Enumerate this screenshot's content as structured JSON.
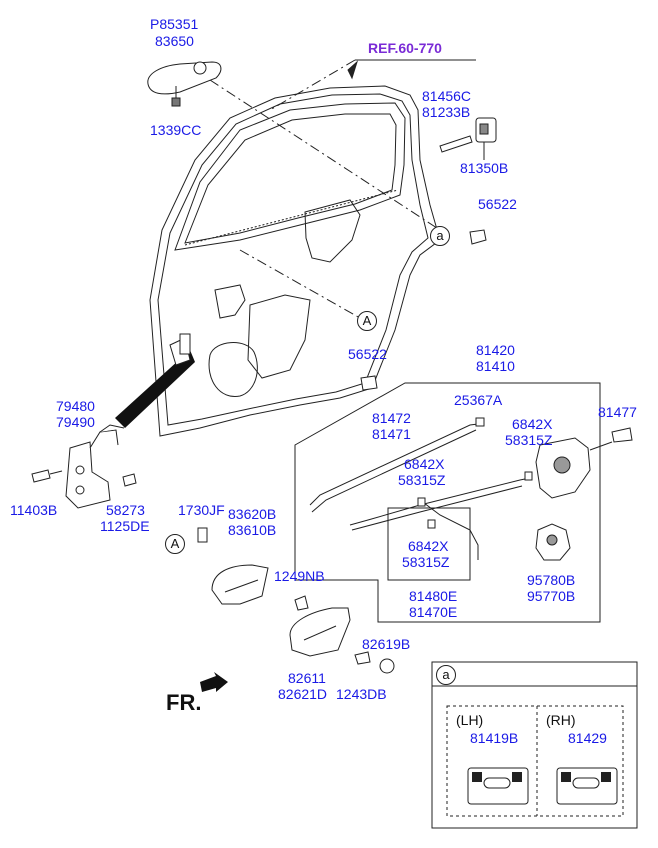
{
  "labels": {
    "ref": "REF.60-770",
    "p85351": "P85351",
    "p83650": "83650",
    "p1339cc": "1339CC",
    "p81456c": "81456C",
    "p81233b": "81233B",
    "p81350b": "81350B",
    "p56522a": "56522",
    "p56522b": "56522",
    "p81420": "81420",
    "p81410": "81410",
    "p25367a": "25367A",
    "p81472": "81472",
    "p81471": "81471",
    "p6842x_a": "6842X",
    "p58315z_a": "58315Z",
    "p81477": "81477",
    "p6842x_b": "6842X",
    "p58315z_b": "58315Z",
    "p6842x_c": "6842X",
    "p58315z_c": "58315Z",
    "p81480e": "81480E",
    "p81470e": "81470E",
    "p95780b": "95780B",
    "p95770b": "95770B",
    "p79480": "79480",
    "p79490": "79490",
    "p11403b": "11403B",
    "p58273": "58273",
    "p1125de": "1125DE",
    "p1730jf": "1730JF",
    "p83620b": "83620B",
    "p83610b": "83610B",
    "p1249nb": "1249NB",
    "p82619b": "82619B",
    "p82611": "82611",
    "p82621d": "82621D",
    "p1243db": "1243DB",
    "fr": "FR.",
    "circle_a_lower": "a",
    "circle_A_upper": "A",
    "circle_A_lower": "A",
    "detail_a": "a",
    "lh": "(LH)",
    "rh": "(RH)",
    "p81419b": "81419B",
    "p81429": "81429"
  }
}
